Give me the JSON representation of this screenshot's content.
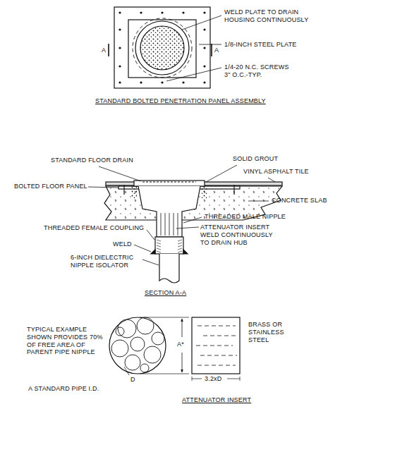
{
  "diagram": {
    "labels": [
      "WELD PLATE TO DRAIN HOUSING CONTINUOUSLY",
      "A",
      "A",
      "1/8-INCH STEEL PLATE",
      "1/4-20 N.C. SCREWS 3\" O.C.-TYP.",
      "STANDARD BOLTED PENETRATION PANEL ASSEMBLY",
      "STANDARD FLOOR DRAIN",
      "SOLID GROUT",
      "VINYL ASPHALT TILE",
      "BOLTED FLOOR PANEL",
      "CONCRETE SLAB",
      "THREADED MALE NIPPLE",
      "THREADED FEMALE COUPLING",
      "ATTENUATOR INSERT WELD CONTINUOUSLY TO DRAIN HUB",
      "WELD",
      "6-INCH DIELECTRIC NIPPLE ISOLATOR",
      "SECTION A-A",
      "TYPICAL EXAMPLE SHOWN PROVIDES 70% OF FREE AREA OF PARENT PIPE NIPPLE",
      "A*",
      "BRASS OR STAINLESS STEEL",
      "D",
      "3.2xD",
      "A STANDARD PIPE I.D.",
      "ATTENUATOR INSERT"
    ]
  }
}
